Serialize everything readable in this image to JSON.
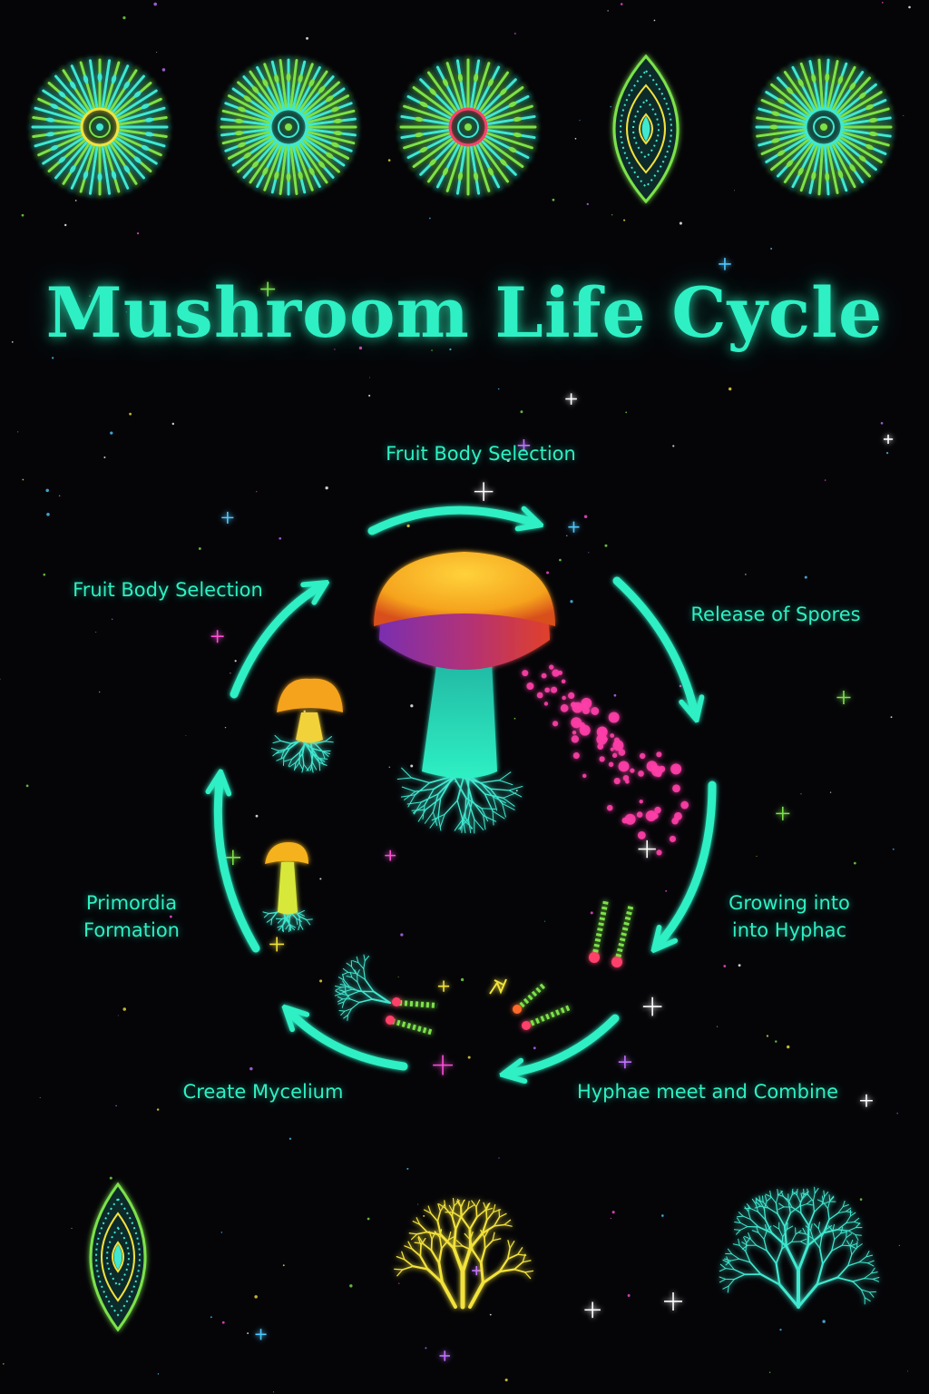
{
  "title": "Mushroom Life Cycle",
  "stages": [
    {
      "label": "Fruit Body Selection"
    },
    {
      "label": "Release of Spores"
    },
    {
      "label": "Growing into\ninto Hyphac"
    },
    {
      "label": "Hyphae meet and Combine"
    },
    {
      "label": "Create Mycelium"
    },
    {
      "label": "Primordia\nFormation"
    },
    {
      "label": "Fruit Body Selection"
    }
  ],
  "colors": {
    "background": "#050508",
    "accent": "#2EF0C4",
    "cap": "#F5B21E",
    "spores": "#FF3FA8",
    "mycelium": "#3FE8D0",
    "yellow": "#F2E23A",
    "green": "#7CE24A"
  },
  "icons": {
    "top_row": [
      "radial-mandala-icon",
      "radial-mandala-icon",
      "radial-mandala-icon",
      "leaf-mandala-icon",
      "radial-mandala-icon"
    ],
    "bottom_row": [
      "leaf-mandala-icon",
      "coral-branch-icon",
      "tree-mycelium-icon"
    ],
    "center": "mushroom-icon"
  }
}
